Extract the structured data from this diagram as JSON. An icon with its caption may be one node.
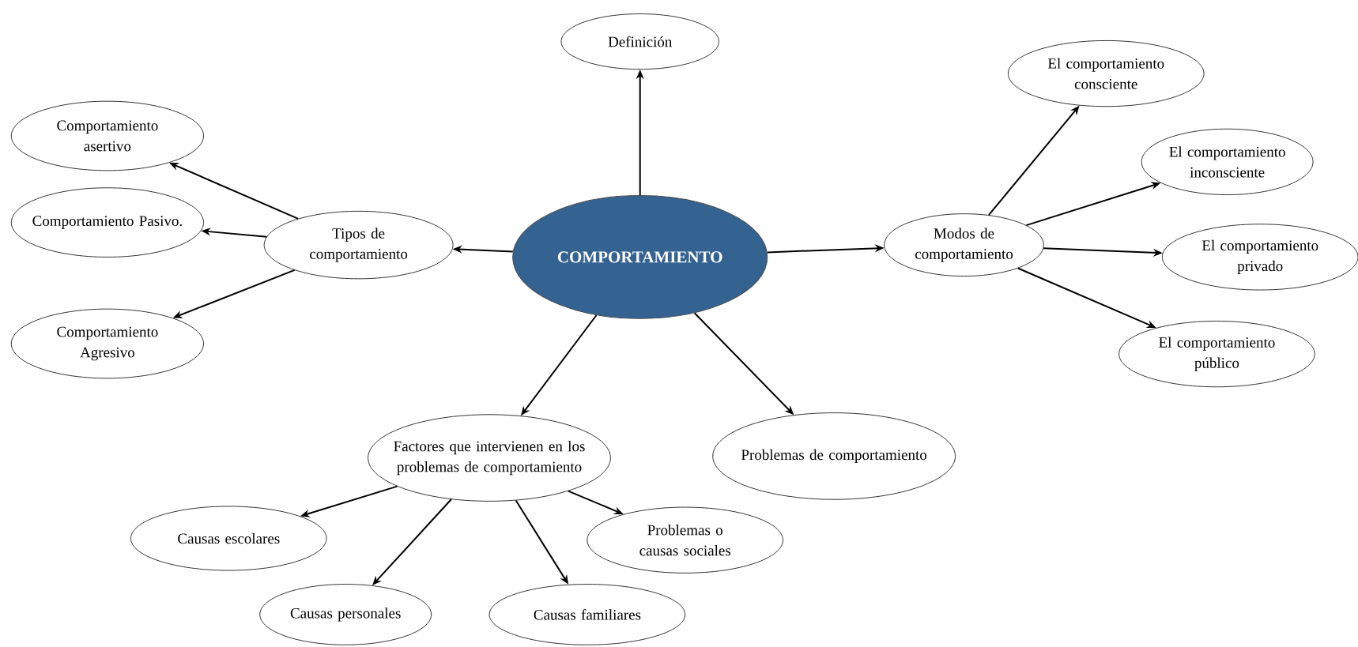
{
  "diagram": {
    "nodes": [
      {
        "text": [
          "COMPORTAMIENTO"
        ]
      },
      {
        "text": [
          "Definición"
        ]
      },
      {
        "text": [
          "Tipos de comportamiento"
        ]
      },
      {
        "text": [
          "Comportamiento asertivo"
        ]
      },
      {
        "text": [
          "Comportamiento Pasivo."
        ]
      },
      {
        "text": [
          "Comportamiento Agresivo"
        ]
      },
      {
        "text": [
          "Modos de comportamiento"
        ]
      },
      {
        "text": [
          "El comportamiento consciente"
        ]
      },
      {
        "text": [
          "El comportamiento inconsciente"
        ]
      },
      {
        "text": [
          "El comportamiento privado"
        ]
      },
      {
        "text": [
          "El comportamiento público"
        ]
      },
      {
        "text": [
          "Factores que intervienen en los problemas de comportamiento"
        ]
      },
      {
        "text": [
          "Problemas de comportamiento"
        ]
      },
      {
        "text": [
          "Causas escolares"
        ]
      },
      {
        "text": [
          "Causas personales"
        ]
      },
      {
        "text": [
          "Causas familiares"
        ]
      },
      {
        "text": [
          "Problemas o causas sociales"
        ]
      }
    ],
    "edges": [
      {
        "from": 0,
        "to": 1,
        "arrow": "to"
      },
      {
        "from": 0,
        "to": 2,
        "arrow": "to"
      },
      {
        "from": 0,
        "to": 6,
        "arrow": "to"
      },
      {
        "from": 0,
        "to": 11,
        "arrow": "to"
      },
      {
        "from": 0,
        "to": 12,
        "arrow": "to"
      },
      {
        "from": 2,
        "to": 3,
        "arrow": "to"
      },
      {
        "from": 2,
        "to": 4,
        "arrow": "to"
      },
      {
        "from": 2,
        "to": 5,
        "arrow": "to"
      },
      {
        "from": 6,
        "to": 7,
        "arrow": "to"
      },
      {
        "from": 6,
        "to": 8,
        "arrow": "to"
      },
      {
        "from": 6,
        "to": 9,
        "arrow": "to"
      },
      {
        "from": 6,
        "to": 10,
        "arrow": "to"
      },
      {
        "from": 11,
        "to": 13,
        "arrow": "to"
      },
      {
        "from": 11,
        "to": 14,
        "arrow": "to"
      },
      {
        "from": 11,
        "to": 15,
        "arrow": "to"
      },
      {
        "from": 11,
        "to": 16,
        "arrow": "to"
      }
    ]
  }
}
